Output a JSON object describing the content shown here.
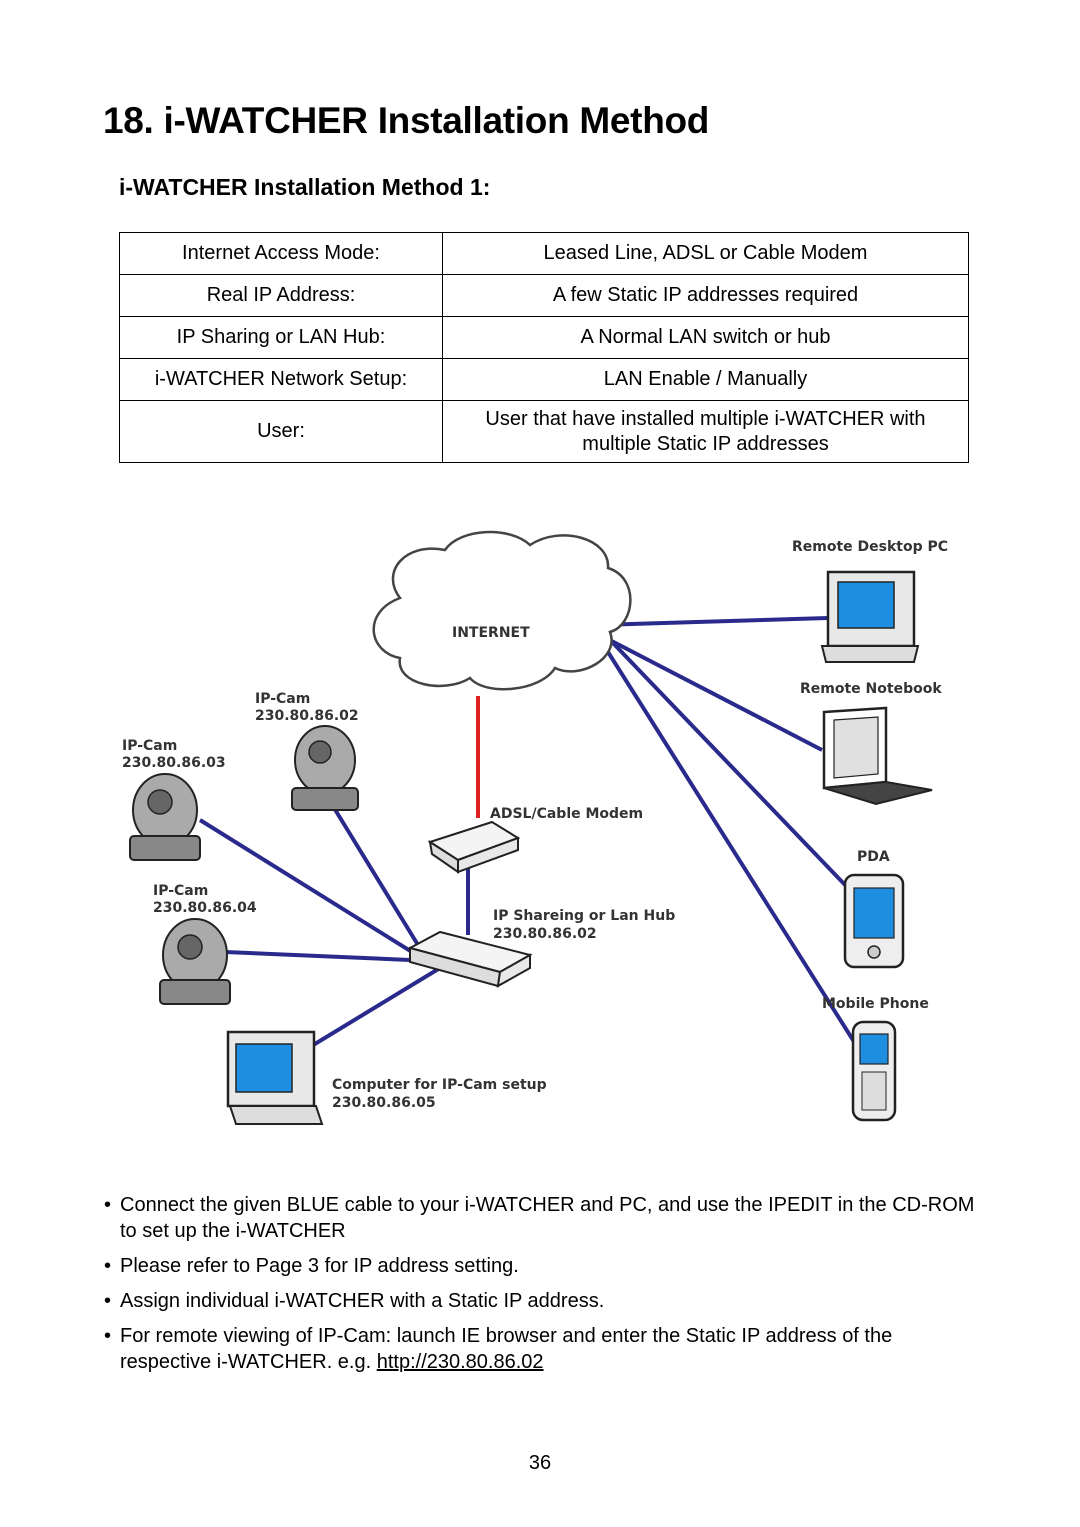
{
  "heading": "18. i-WATCHER Installation Method",
  "subheading": "i-WATCHER Installation Method 1:",
  "table": [
    {
      "key": "Internet Access Mode:",
      "value": "Leased Line, ADSL or Cable Modem"
    },
    {
      "key": "Real IP Address:",
      "value": "A few Static IP addresses required"
    },
    {
      "key": "IP Sharing or LAN Hub:",
      "value": "A Normal LAN switch or hub"
    },
    {
      "key": "i-WATCHER Network Setup:",
      "value": "LAN Enable / Manually"
    },
    {
      "key": "User:",
      "value_line1": "User that have installed multiple i-WATCHER with",
      "value_line2": "multiple Static IP addresses"
    }
  ],
  "diagram": {
    "internet": "INTERNET",
    "remote_pc": "Remote Desktop PC",
    "remote_notebook": "Remote Notebook",
    "pda": "PDA",
    "mobile_phone": "Mobile Phone",
    "modem": "ADSL/Cable Modem",
    "hub_label": "IP Shareing or Lan Hub",
    "hub_ip": "230.80.86.02",
    "cam1_label": "IP-Cam",
    "cam1_ip": "230.80.86.02",
    "cam2_label": "IP-Cam",
    "cam2_ip": "230.80.86.03",
    "cam3_label": "IP-Cam",
    "cam3_ip": "230.80.86.04",
    "computer_label": "Computer for IP-Cam setup",
    "computer_ip": "230.80.86.05",
    "colors": {
      "blue_cable": "#2a2a8c",
      "red_cable": "#e02020",
      "screen": "#1e8fe0"
    }
  },
  "bullets": [
    "Connect the given BLUE cable to your i-WATCHER and PC, and use the IPEDIT in the CD-ROM to set up the i-WATCHER",
    "Please refer to Page 3 for IP address setting.",
    "Assign individual i-WATCHER with a Static IP address."
  ],
  "bullet4": {
    "text": "For remote viewing of IP-Cam: launch IE browser and enter the Static IP address of the respective i-WATCHER. e.g. ",
    "link": "http://230.80.86.02"
  },
  "page_number": "36"
}
